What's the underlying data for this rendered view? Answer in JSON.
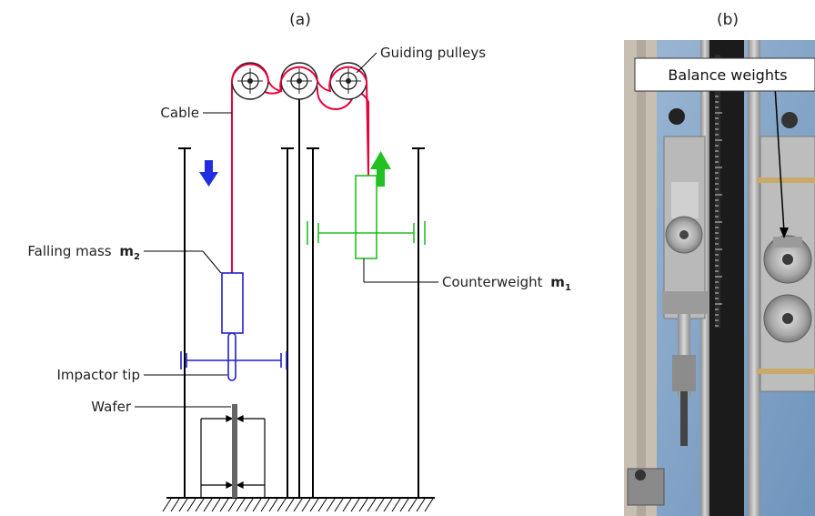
{
  "panels": {
    "a_label": "(a)",
    "b_label": "(b)"
  },
  "labels": {
    "guiding_pulleys": "Guiding pulleys",
    "cable": "Cable",
    "falling_mass": "Falling mass",
    "falling_mass_symbol": "m",
    "falling_mass_sub": "2",
    "counterweight": "Counterweight",
    "counterweight_symbol": "m",
    "counterweight_sub": "1",
    "impactor_tip": "Impactor tip",
    "wafer": "Wafer",
    "balance_weights": "Balance weights"
  },
  "colors": {
    "cable": "#e8003c",
    "falling_assembly": "#1f1fd0",
    "counterweight_assembly": "#22c022",
    "down_arrow": "#1f2ee0",
    "up_arrow": "#22c022",
    "frame": "#000000"
  }
}
